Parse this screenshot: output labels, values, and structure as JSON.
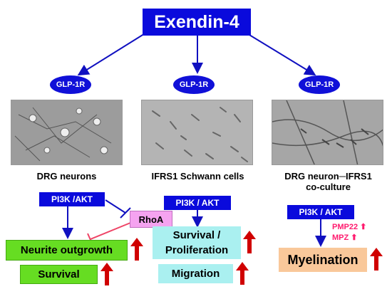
{
  "title": "Exendin-4",
  "receptor_label": "GLP-1R",
  "columns": [
    {
      "cell_label": "DRG neurons",
      "pathway": "PI3K /AKT",
      "inhibitor": "RhoA",
      "outcomes": [
        "Neurite outgrowth",
        "Survival"
      ]
    },
    {
      "cell_label": "IFRS1 Schwann cells",
      "pathway": "PI3K / AKT",
      "outcomes": [
        "Survival /",
        "Proliferation",
        "Migration"
      ]
    },
    {
      "cell_label_line1": "DRG neuron─IFRS1",
      "cell_label_line2": "co-culture",
      "pathway": "PI3K / AKT",
      "markers": [
        "PMP22",
        "MPZ"
      ],
      "outcome": "Myelination"
    }
  ],
  "colors": {
    "accent_blue": "#0a0adc",
    "arrow_red": "#d00000",
    "rhoa_pink": "#f5a3f0",
    "outgrowth_green": "#66dd22",
    "schwann_cyan": "#aaf0f0",
    "myelination_peach": "#f9c89a"
  }
}
